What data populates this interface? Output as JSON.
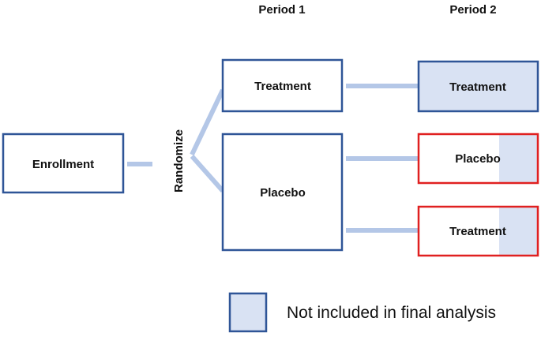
{
  "headers": {
    "period1": "Period 1",
    "period2": "Period 2"
  },
  "side_label": "Randomize",
  "boxes": {
    "enrollment": "Enrollment",
    "p1_treatment": "Treatment",
    "p1_placebo": "Placebo",
    "p2_treatment_top": "Treatment",
    "p2_placebo": "Placebo",
    "p2_treatment_bottom": "Treatment"
  },
  "legend": {
    "label": "Not included in final analysis"
  },
  "colors": {
    "box_border": "#2f5597",
    "excluded_border": "#e02020",
    "excluded_fill": "#d9e2f3",
    "connector": "#b4c7e7",
    "text": "#111111"
  }
}
